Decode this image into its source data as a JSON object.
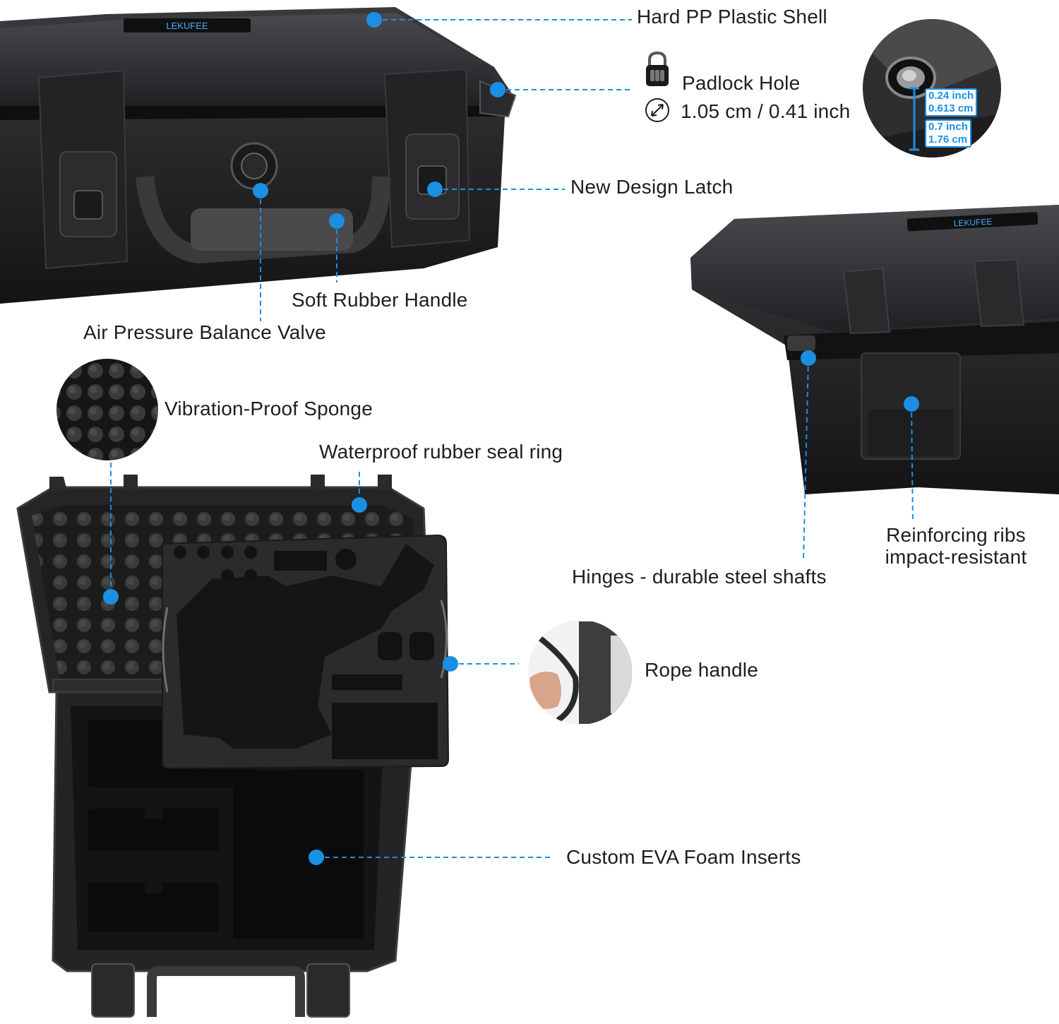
{
  "labels": {
    "shell": "Hard PP Plastic Shell",
    "padlock": "Padlock Hole",
    "padlock_size": "1.05 cm / 0.41 inch",
    "latch": "New Design Latch",
    "handle": "Soft Rubber Handle",
    "valve": "Air Pressure Balance Valve",
    "sponge": "Vibration-Proof Sponge",
    "seal": "Waterproof rubber seal ring",
    "hinges": "Hinges - durable steel shafts",
    "ribs_line1": "Reinforcing ribs",
    "ribs_line2": "impact-resistant",
    "rope": "Rope handle",
    "foam": "Custom EVA Foam Inserts"
  },
  "dimensions": {
    "depth_inch": "0.24 inch",
    "depth_cm": "0.613 cm",
    "width_inch": "0.7 inch",
    "width_cm": "1.76 cm"
  },
  "brand": "LEKUFEE",
  "colors": {
    "accent": "#1b8fe3",
    "case_body": "#1f1f21",
    "text": "#1e1e1e"
  },
  "icons": [
    "combination-lock-icon",
    "diameter-icon"
  ]
}
